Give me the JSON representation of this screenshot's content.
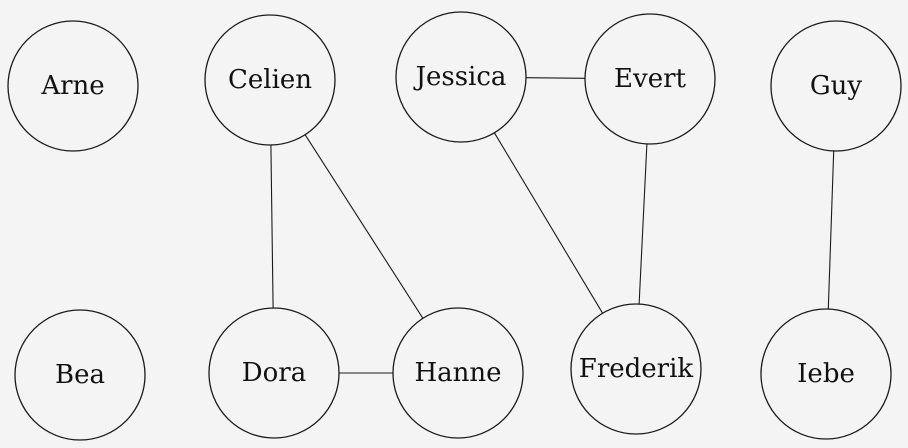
{
  "colors": {
    "background": "#f4f4f4",
    "stroke": "#1a1a1a",
    "text": "#111111"
  },
  "nodes": [
    {
      "id": "arne",
      "label": "Arne"
    },
    {
      "id": "celien",
      "label": "Celien"
    },
    {
      "id": "jessica",
      "label": "Jessica"
    },
    {
      "id": "evert",
      "label": "Evert"
    },
    {
      "id": "guy",
      "label": "Guy"
    },
    {
      "id": "bea",
      "label": "Bea"
    },
    {
      "id": "dora",
      "label": "Dora"
    },
    {
      "id": "hanne",
      "label": "Hanne"
    },
    {
      "id": "frederik",
      "label": "Frederik"
    },
    {
      "id": "iebe",
      "label": "Iebe"
    }
  ],
  "edges": [
    {
      "from": "jessica",
      "to": "evert"
    },
    {
      "from": "celien",
      "to": "dora"
    },
    {
      "from": "celien",
      "to": "hanne"
    },
    {
      "from": "jessica",
      "to": "frederik"
    },
    {
      "from": "evert",
      "to": "frederik"
    },
    {
      "from": "guy",
      "to": "iebe"
    },
    {
      "from": "dora",
      "to": "hanne"
    }
  ]
}
